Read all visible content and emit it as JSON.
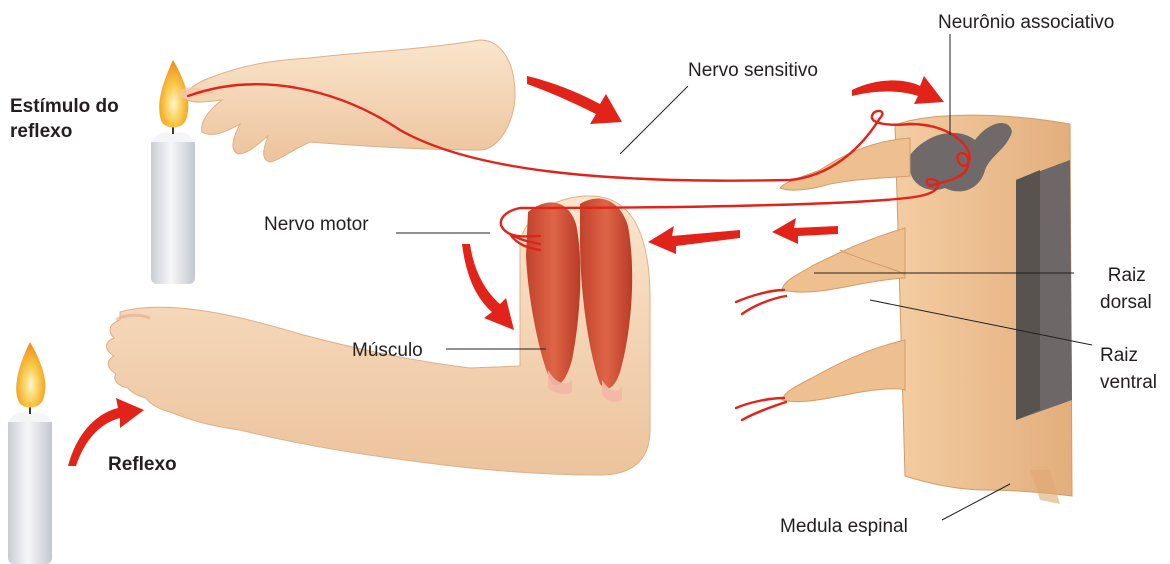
{
  "labels": {
    "stimulus": [
      "Estímulo do",
      "reflexo"
    ],
    "reflex": "Reflexo",
    "sensory_nerve": "Nervo sensitivo",
    "motor_nerve": "Nervo motor",
    "muscle": "Músculo",
    "association_neuron": "Neurônio associativo",
    "dorsal_root": [
      "Raiz",
      "dorsal"
    ],
    "ventral_root": [
      "Raiz",
      "ventral"
    ],
    "spinal_cord": "Medula espinal"
  },
  "colors": {
    "skin": "#f3d3b0",
    "nerve": "#e2231a",
    "arrow": "#e2231a",
    "muscle": "#d24a30",
    "spinal_cord": "#efc08f",
    "gray_matter": "#6f6a69",
    "flame": "#f6b01b",
    "candle": "#e9ebee"
  }
}
